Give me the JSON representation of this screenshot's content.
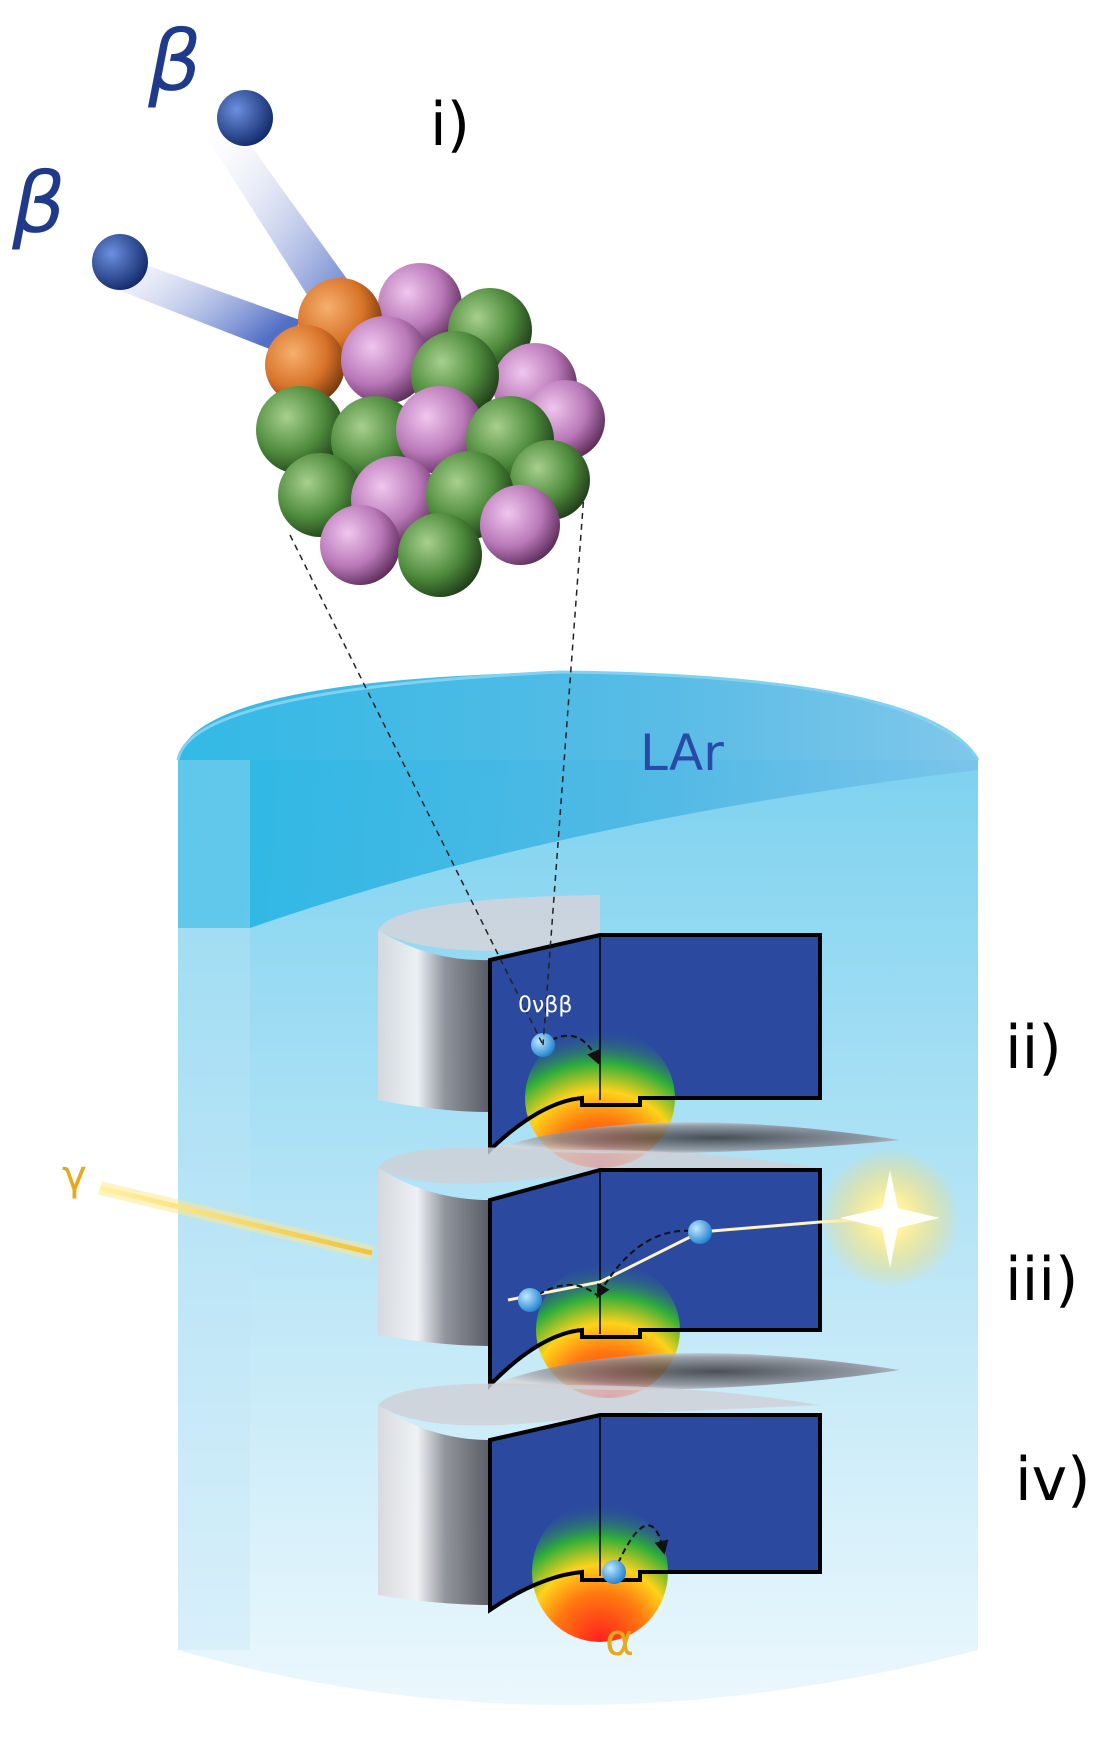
{
  "labels": {
    "beta_upper": "β",
    "beta_lower": "β",
    "panel_i": "i)",
    "panel_ii": "ii)",
    "panel_iii": "iii)",
    "panel_iv": "iv)",
    "medium": "LAr",
    "decay": "0νββ",
    "gamma": "γ",
    "alpha": "α"
  },
  "colors": {
    "beta_text": "#1f3a8a",
    "electron": "#1e3f8a",
    "proton": "#d9742a",
    "neutron_green": "#4e8b3c",
    "nucleon_pink": "#b978b8",
    "lar_blue": "#5fc3ea",
    "lar_label": "#2a4aa8",
    "detector_field": "#2b4a9f",
    "gold": "#e8a81c",
    "photon_glow": "#ffd84a"
  },
  "icons": {
    "electron": "blue-sphere",
    "nucleus": "nucleon-cluster",
    "interaction": "blue-dot",
    "photon_source": "starburst"
  }
}
